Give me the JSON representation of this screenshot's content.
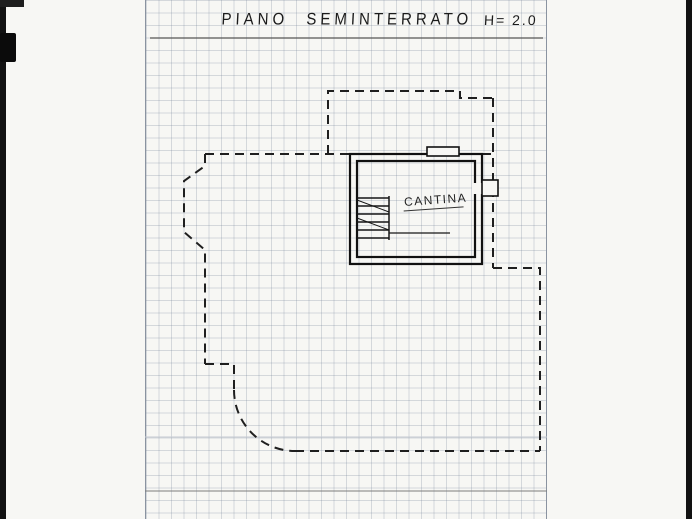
{
  "document": {
    "title": "PIANO SEMINTERRATO",
    "height_note": "H= 2.0",
    "room_label": "CANTINA"
  },
  "colors": {
    "paper": "#f7f7f4",
    "ink": "#1c1c1c",
    "grid_line": "#8b99ab",
    "scan_edge": "#121212"
  }
}
